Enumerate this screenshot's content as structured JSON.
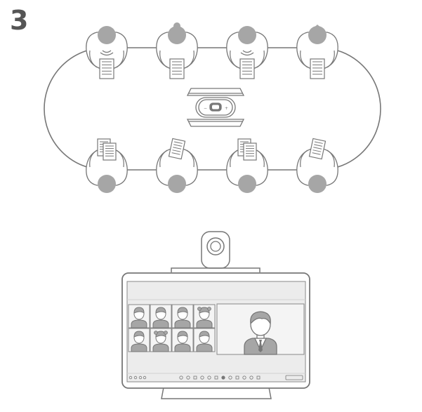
{
  "step_number": "3",
  "colors": {
    "line": "#777777",
    "head": "#a6a6a6",
    "screen_bg": "#ececec",
    "tile_bg": "#f4f4f4",
    "paper": "#ffffff"
  },
  "icons": {
    "seat": "person-top-view-icon",
    "document": "document-icon",
    "speaker_device": "speakerphone-icon",
    "camera": "webcam-icon",
    "presenter": "presenter-avatar-icon",
    "participant": "participant-avatar-icon"
  },
  "meeting_room": {
    "top_seats": 4,
    "bottom_seats": 4
  },
  "display": {
    "gallery_rows": 2,
    "gallery_cols": 4,
    "toolbar_icon_count": 12
  }
}
